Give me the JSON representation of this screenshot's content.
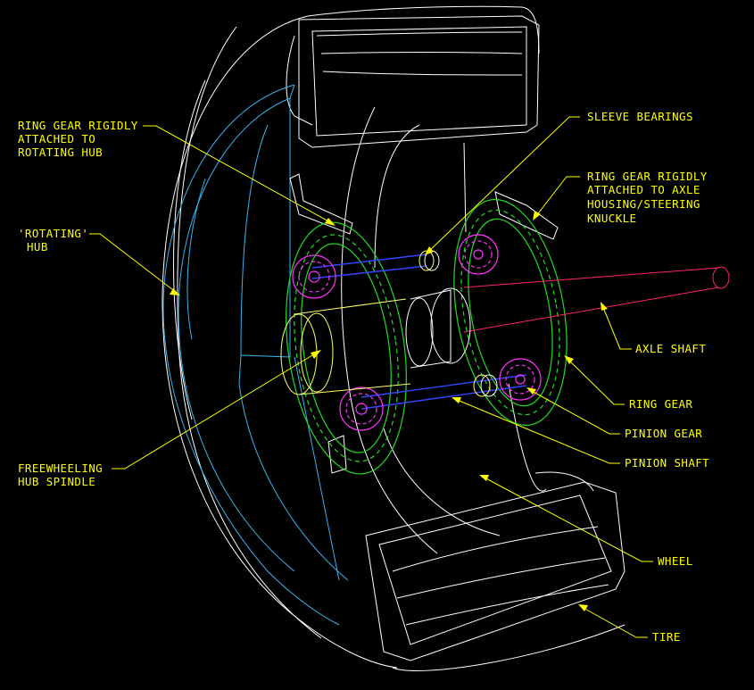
{
  "labels": {
    "ring_gear_hub": [
      "RING GEAR RIGIDLY",
      "ATTACHED TO",
      "ROTATING HUB"
    ],
    "rotating_hub": [
      "'ROTATING'",
      "HUB"
    ],
    "freewheeling": [
      "FREEWHEELING",
      "HUB SPINDLE"
    ],
    "sleeve_bearings": [
      "SLEEVE BEARINGS"
    ],
    "ring_gear_axle": [
      "RING GEAR RIGIDLY",
      "ATTACHED TO AXLE",
      "HOUSING/STEERING",
      "KNUCKLE"
    ],
    "axle_shaft": [
      "AXLE SHAFT"
    ],
    "ring_gear": [
      "RING GEAR"
    ],
    "pinion_gear": [
      "PINION GEAR"
    ],
    "pinion_shaft": [
      "PINION SHAFT"
    ],
    "wheel": [
      "WHEEL"
    ],
    "tire": [
      "TIRE"
    ]
  },
  "colors": {
    "background": "#000000",
    "label": "#ffff00",
    "outline": "#ffffff",
    "hub": "#38b4f0",
    "ring_gear": "#22dd22",
    "pinion_gear": "#ff33ff",
    "pinion_shaft": "#3344ff",
    "axle_shaft": "#ff2266",
    "spindle": "#ffff66"
  }
}
